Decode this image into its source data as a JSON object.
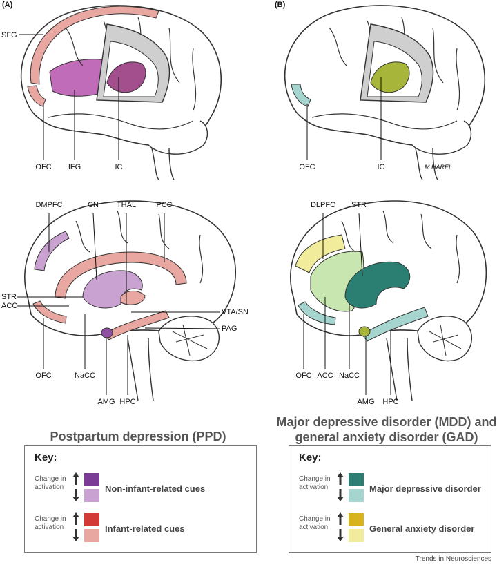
{
  "panels": {
    "a_letter": "(A)",
    "b_letter": "(B)"
  },
  "labels": {
    "a_top": {
      "sfg": "SFG",
      "ofc": "OFC",
      "ifg": "IFG",
      "ic": "IC"
    },
    "b_top": {
      "ofc": "OFC",
      "ic": "IC",
      "signature": "M.HAREL"
    },
    "a_mid": {
      "dmpfc": "DMPFC",
      "cn": "CN",
      "thal": "THAL",
      "pcc": "PCC",
      "str": "STR",
      "acc": "ACC",
      "vta": "VTA/SN",
      "pag": "PAG",
      "ofc": "OFC",
      "nacc": "NaCC",
      "amg": "AMG",
      "hpc": "HPC"
    },
    "b_mid": {
      "dlpfc": "DLPFC",
      "str": "STR",
      "ofc": "OFC",
      "acc": "ACC",
      "nacc": "NaCC",
      "amg": "AMG",
      "hpc": "HPC"
    }
  },
  "titles": {
    "ppd": "Postpartum depression (PPD)",
    "mdd_line1": "Major depressive disorder (MDD) and",
    "mdd_line2": "general anxiety disorder (GAD)"
  },
  "key_a": {
    "title": "Key:",
    "rows": [
      {
        "change_line1": "Change in",
        "change_line2": "activation",
        "label": "Non-infant-related cues",
        "up_color": "#7b3a96",
        "down_color": "#c9a2d2"
      },
      {
        "change_line1": "Change in",
        "change_line2": "activation",
        "label": "Infant-related cues",
        "up_color": "#d23a35",
        "down_color": "#e8a7a0"
      }
    ]
  },
  "key_b": {
    "title": "Key:",
    "rows": [
      {
        "change_line1": "Change in",
        "change_line2": "activation",
        "label": "Major depressive disorder",
        "up_color": "#2a7f72",
        "down_color": "#a6d5d0"
      },
      {
        "change_line1": "Change in",
        "change_line2": "activation",
        "label": "General anxiety disorder",
        "up_color": "#d9b31e",
        "down_color": "#f1ec9c"
      }
    ]
  },
  "footer": "Trends in Neurosciences",
  "colors": {
    "outline": "#333333",
    "pink": "#e8a7a0",
    "purple": "#c9a2d2",
    "dark_purple": "#8f4fa3",
    "teal_dark": "#2a7f72",
    "teal_light": "#a6d5d0",
    "yellow": "#f1ec9c",
    "olive": "#a7b53a",
    "light_green": "#c8e6b0"
  }
}
